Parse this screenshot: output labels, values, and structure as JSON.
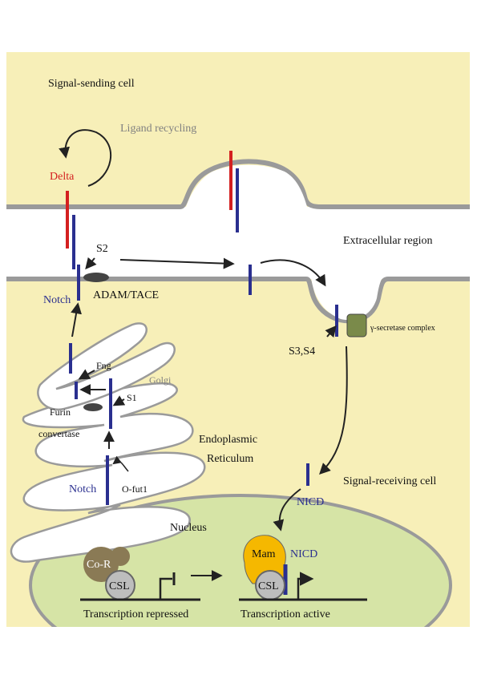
{
  "labels": {
    "signal_sending_cell": "Signal-sending cell",
    "ligand_recycling": "Ligand recycling",
    "delta": "Delta",
    "s2": "S2",
    "extracellular_region": "Extracellular region",
    "notch_top": "Notch",
    "adam_tace": "ADAM/TACE",
    "gamma_secretase": "γ-secretase complex",
    "s3_s4": "S3,S4",
    "fng": "Fng",
    "golgi": "Golgi",
    "s1": "S1",
    "furin": "Furin",
    "convertase": "convertase",
    "endoplasmic": "Endoplasmic",
    "reticulum": "Reticulum",
    "notch_er": "Notch",
    "o_fut1": "O-fut1",
    "nicd": "NICD",
    "signal_receiving_cell": "Signal-receiving cell",
    "nucleus": "Nucleus",
    "co_r": "Co-R",
    "csl_left": "CSL",
    "mam": "Mam",
    "nicd_nucleus": "NICD",
    "csl_right": "CSL",
    "transcription_repressed": "Transcription repressed",
    "transcription_active": "Transcription active"
  },
  "colors": {
    "cell": "#f7efb8",
    "nucleus": "#d6e4a6",
    "membrane": "#9a9a9a",
    "delta": "#d42020",
    "notch": "#2a2f8f",
    "mam": "#f5b800",
    "co_r": "#8a7a55",
    "csl": "#bdbdbd",
    "secretase": "#7a8a4a"
  }
}
